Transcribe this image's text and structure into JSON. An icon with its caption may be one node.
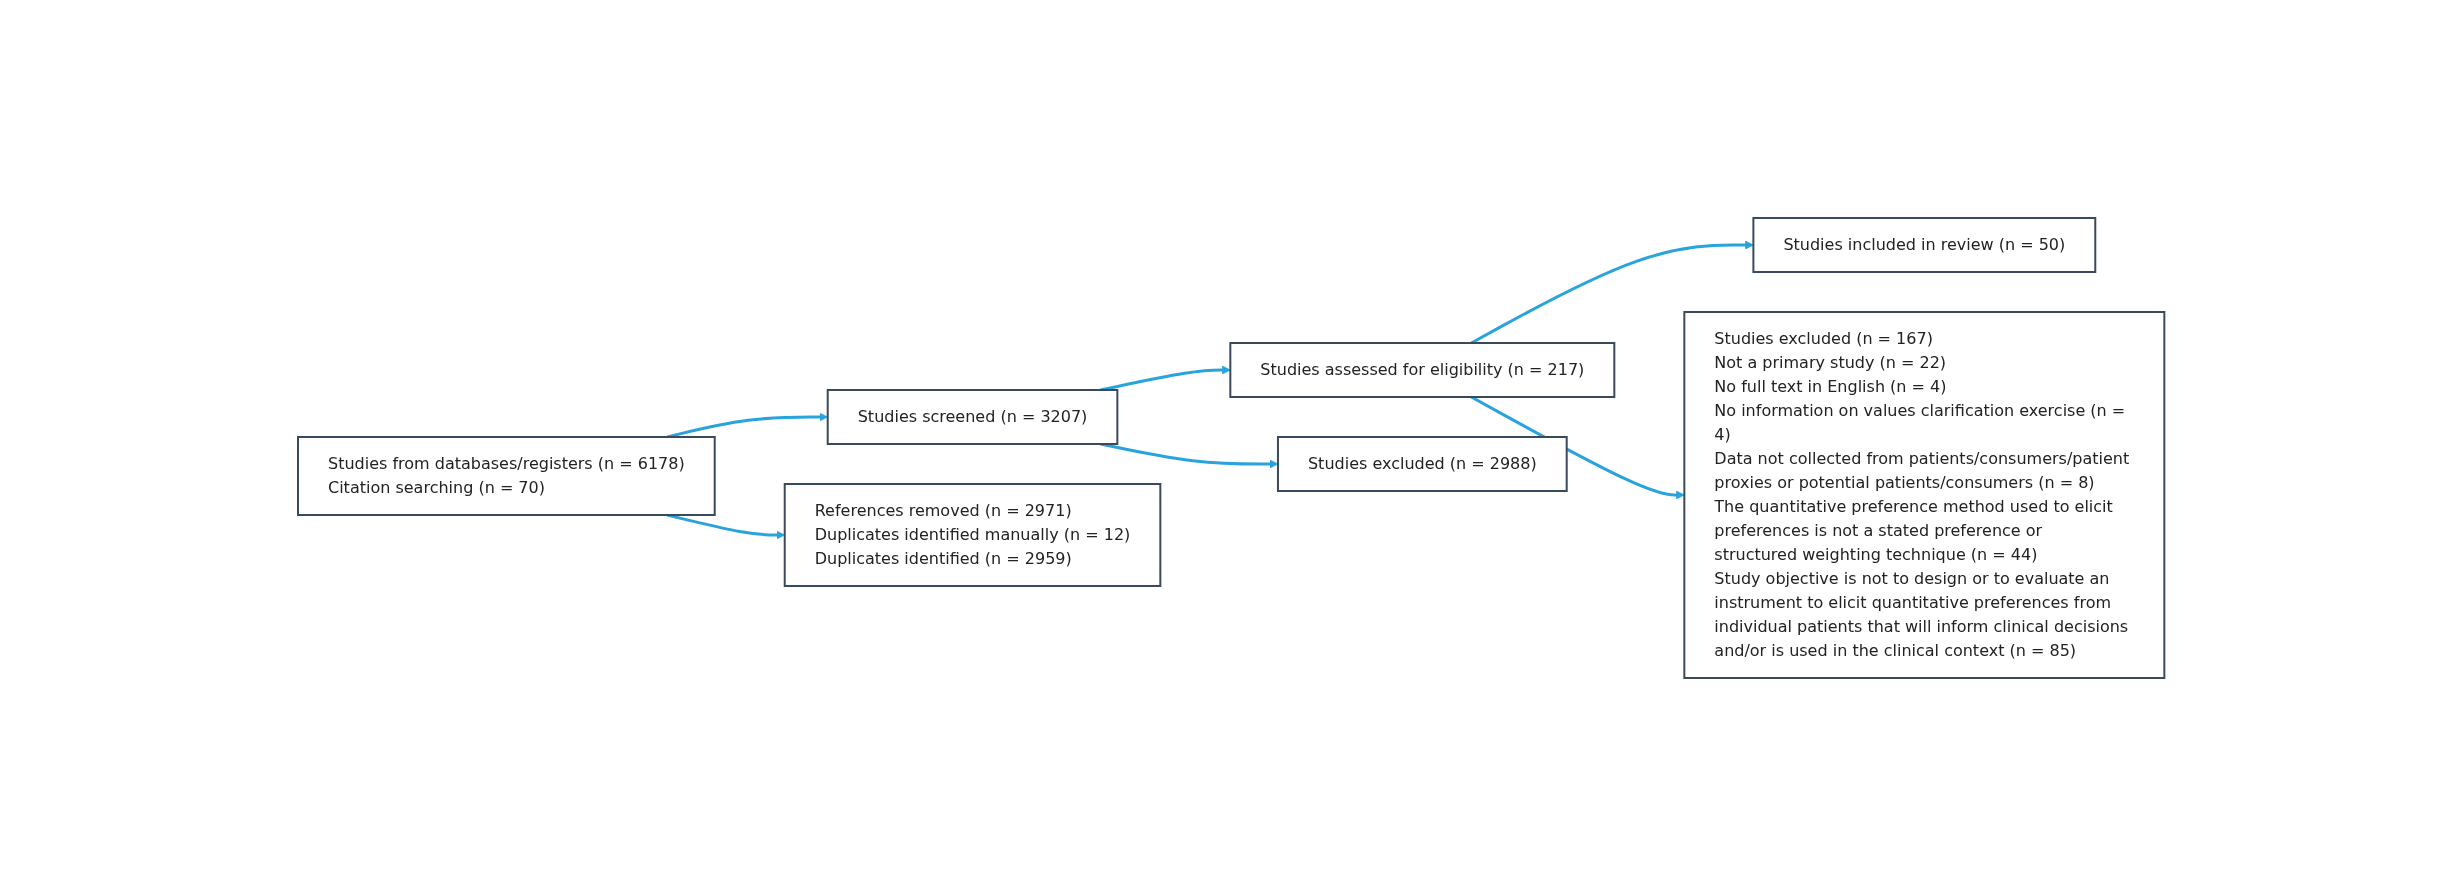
{
  "diagram": {
    "nodes": [
      {
        "text": [
          "Studies from databases/registers (n = 6178)",
          "Citation searching (n = 70)"
        ]
      },
      {
        "text": [
          "Studies screened (n = 3207)"
        ]
      },
      {
        "text": [
          "Studies assessed for eligibility (n = 217)"
        ]
      },
      {
        "text": [
          "Studies included in review (n = 50)"
        ]
      },
      {
        "text": [
          "References removed (n = 2971)",
          "Duplicates identified manually (n = 12)",
          "Duplicates identified (n = 2959)"
        ]
      },
      {
        "text": [
          "Studies excluded (n = 2988)"
        ]
      },
      {
        "text": [
          "Studies excluded (n = 167)",
          "Not a primary study (n = 22)",
          "No full text in English (n = 4)",
          "No information on values clarification exercise (n = 4)",
          "Data not collected from patients/consumers/patient proxies or potential patients/consumers (n = 8)",
          "The quantitative preference method used to elicit preferences is not a stated preference or structured weighting technique (n = 44)",
          "Study objective is not to design or to evaluate an instrument to elicit quantitative preferences from individual patients that will inform clinical decisions and/or is used in the clinical context (n = 85)"
        ]
      }
    ],
    "edges": [
      {
        "from": 0,
        "to": 1,
        "arrow": "to"
      },
      {
        "from": 1,
        "to": 2,
        "arrow": "to"
      },
      {
        "from": 2,
        "to": 3,
        "arrow": "to"
      },
      {
        "from": 0,
        "to": 4,
        "arrow": "to"
      },
      {
        "from": 1,
        "to": 5,
        "arrow": "to"
      },
      {
        "from": 2,
        "to": 6,
        "arrow": "to"
      }
    ]
  }
}
